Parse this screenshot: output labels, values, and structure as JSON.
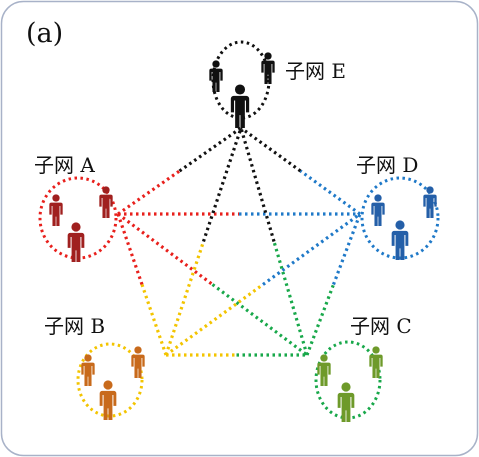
{
  "panel_label": "(a)",
  "subnets": [
    {
      "id": "A",
      "label": "子网 A",
      "color": "#a0201f"
    },
    {
      "id": "B",
      "label": "子网 B",
      "color": "#c86a1b"
    },
    {
      "id": "C",
      "label": "子网 C",
      "color": "#6e9a2a"
    },
    {
      "id": "D",
      "label": "子网 D",
      "color": "#245fa8"
    },
    {
      "id": "E",
      "label": "子网 E",
      "color": "#111111"
    }
  ],
  "links": [
    {
      "from": "A",
      "to": "B",
      "color_from": "#e8201c",
      "color_to": "#f3c400"
    },
    {
      "from": "A",
      "to": "C",
      "color_from": "#e8201c",
      "color_to": "#18a84a"
    },
    {
      "from": "A",
      "to": "D",
      "color_from": "#e8201c",
      "color_to": "#1f79c8"
    },
    {
      "from": "A",
      "to": "E",
      "color_from": "#e8201c",
      "color_to": "#111111"
    },
    {
      "from": "B",
      "to": "C",
      "color_from": "#f3c400",
      "color_to": "#18a84a"
    },
    {
      "from": "B",
      "to": "D",
      "color_from": "#f3c400",
      "color_to": "#1f79c8"
    },
    {
      "from": "B",
      "to": "E",
      "color_from": "#f3c400",
      "color_to": "#111111"
    },
    {
      "from": "C",
      "to": "D",
      "color_from": "#18a84a",
      "color_to": "#1f79c8"
    },
    {
      "from": "C",
      "to": "E",
      "color_from": "#18a84a",
      "color_to": "#111111"
    },
    {
      "from": "D",
      "to": "E",
      "color_from": "#1f79c8",
      "color_to": "#111111"
    }
  ],
  "colors": {
    "frame_border": "#a8b2c8",
    "background": "#ffffff"
  }
}
